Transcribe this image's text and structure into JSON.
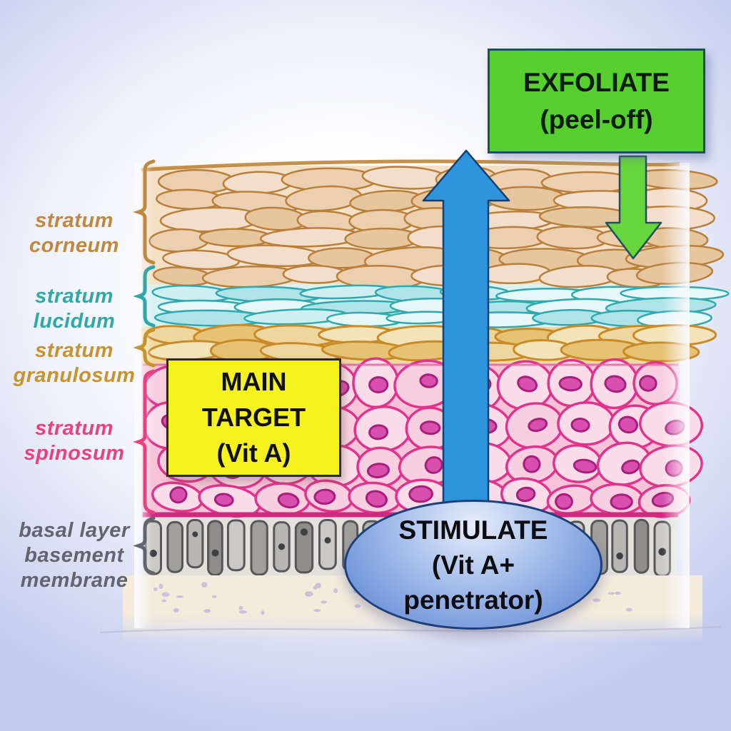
{
  "side_labels": [
    {
      "id": "stratum-corneum",
      "lines": [
        "stratum",
        "corneum"
      ],
      "color": "#c0883f"
    },
    {
      "id": "stratum-lucidum",
      "lines": [
        "stratum",
        "lucidum"
      ],
      "color": "#2fa9a7"
    },
    {
      "id": "stratum-granulosum",
      "lines": [
        "stratum",
        "granulosum"
      ],
      "color": "#c8922d"
    },
    {
      "id": "stratum-spinosum",
      "lines": [
        "stratum",
        "spinosum"
      ],
      "color": "#e8417f"
    },
    {
      "id": "basal-layer",
      "lines": [
        "basal layer",
        "basement",
        "membrane"
      ],
      "color": "#62656e"
    }
  ],
  "callouts": {
    "exfoliate": {
      "lines": [
        "EXFOLIATE",
        "(peel-off)"
      ],
      "bg": "#57d02f",
      "border": "#1d4f5c",
      "text_color": "#0d1b0f"
    },
    "main_target": {
      "lines": [
        "MAIN",
        "TARGET",
        "(Vit A)"
      ],
      "bg": "#f6f21e",
      "border": "#282828",
      "text_color": "#111111"
    },
    "stimulate": {
      "lines": [
        "STIMULATE",
        "(Vit A+",
        "penetrator)"
      ],
      "bg_top": "#e6edfb",
      "bg_mid": "#9db8e8",
      "bg_bottom": "#5780d1",
      "border": "#1c3f7a",
      "text_color": "#0c0c12"
    }
  },
  "arrows": {
    "up": {
      "label": "stimulate-up-arrow",
      "color": "#2e95dc",
      "border": "#16406e"
    },
    "down": {
      "label": "exfoliate-down-arrow",
      "color": "#66d63c",
      "border": "#1d4f5c"
    }
  },
  "skin_layers": [
    {
      "id": "stratum-corneum",
      "bg": "#f3e0c6",
      "cell_fill": [
        "#eccfae",
        "#f3decb",
        "#e7c69e"
      ],
      "stroke": "#b9803c"
    },
    {
      "id": "stratum-lucidum",
      "bg": "#d9f2f4",
      "cell_fill": [
        "#cdeff1",
        "#aee3e8",
        "#e6f7f8"
      ],
      "stroke": "#2fa9ad"
    },
    {
      "id": "stratum-granulosum",
      "bg": "#f0d99e",
      "cell_fill": [
        "#eed79f",
        "#e6c275",
        "#f2e3b8"
      ],
      "stroke": "#c98a28"
    },
    {
      "id": "stratum-spinosum",
      "bg": "#f6c3d8",
      "cell_fill": [
        "#f8cfe0",
        "#fbdde9"
      ],
      "stroke": "#e0338b",
      "nucleus": "#d84fae",
      "nucleus_stroke": "#a81e7c",
      "top_line": "#e2619f",
      "bottom_line": "#d6277f"
    },
    {
      "id": "basal-layer",
      "bg": "#e4e1dd",
      "cell_fill": [
        "#cbc9c5",
        "#a19f9b",
        "#b8b6b2",
        "#8f8d89"
      ],
      "stroke": "#56565c",
      "nucleus": "#3f3f45"
    },
    {
      "id": "dermis",
      "bg": "#f4ebdb",
      "speckle": "#cfc0dd"
    }
  ]
}
